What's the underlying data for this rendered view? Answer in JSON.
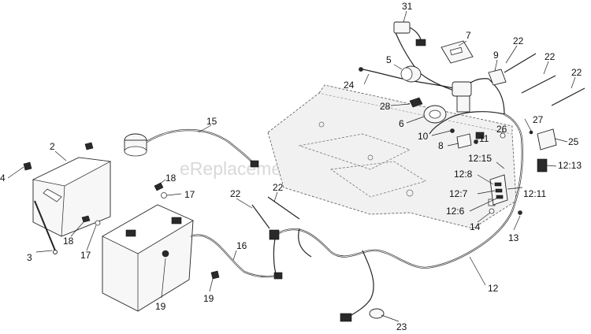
{
  "watermark": "eReplacementParts.com",
  "callouts": {
    "c31": "31",
    "c7": "7",
    "c22a": "22",
    "c9": "9",
    "c22b": "22",
    "c22c": "22",
    "c5": "5",
    "c24": "24",
    "c28": "28",
    "c6": "6",
    "c26": "26",
    "c27": "27",
    "c25": "25",
    "c10": "10",
    "c11": "11",
    "c8": "8",
    "c15": "15",
    "c2": "2",
    "c4": "4",
    "c18a": "18",
    "c17a": "17",
    "c22d": "22",
    "c22e": "22",
    "c1215": "12:15",
    "c1213": "12:13",
    "c128": "12:8",
    "c127": "12:7",
    "c1211": "12:11",
    "c126": "12:6",
    "c14": "14",
    "c13": "13",
    "c18b": "18",
    "c17b": "17",
    "c3": "3",
    "c16": "16",
    "c19a": "19",
    "c19b": "19",
    "c12": "12",
    "c23": "23"
  }
}
